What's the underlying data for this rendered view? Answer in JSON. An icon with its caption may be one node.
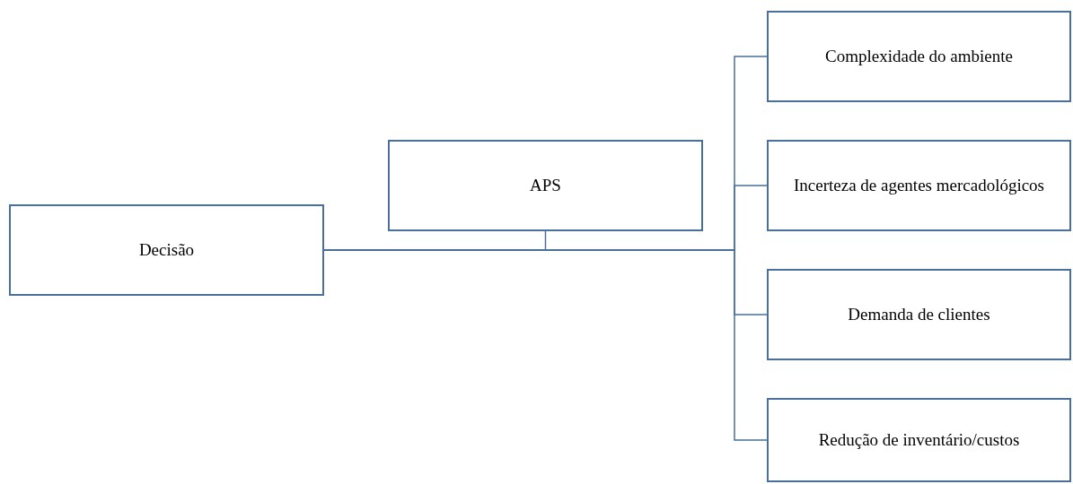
{
  "diagram": {
    "nodes": [
      {
        "text": [
          "APS"
        ]
      },
      {
        "text": [
          "Complexidade do ambiente"
        ]
      },
      {
        "text": [
          "Incerteza de agentes mercadológicos"
        ]
      },
      {
        "text": [
          "Decisão"
        ]
      },
      {
        "text": [
          "Demanda de clientes"
        ]
      },
      {
        "text": [
          "Redução de inventário/custos"
        ]
      }
    ],
    "edges": [
      {
        "from": 3,
        "to": 1,
        "arrow": "none"
      },
      {
        "from": 3,
        "to": 2,
        "arrow": "none"
      },
      {
        "from": 3,
        "to": 4,
        "arrow": "none"
      },
      {
        "from": 3,
        "to": 5,
        "arrow": "none"
      },
      {
        "from": 0,
        "to": 3,
        "arrow": "none"
      }
    ]
  }
}
